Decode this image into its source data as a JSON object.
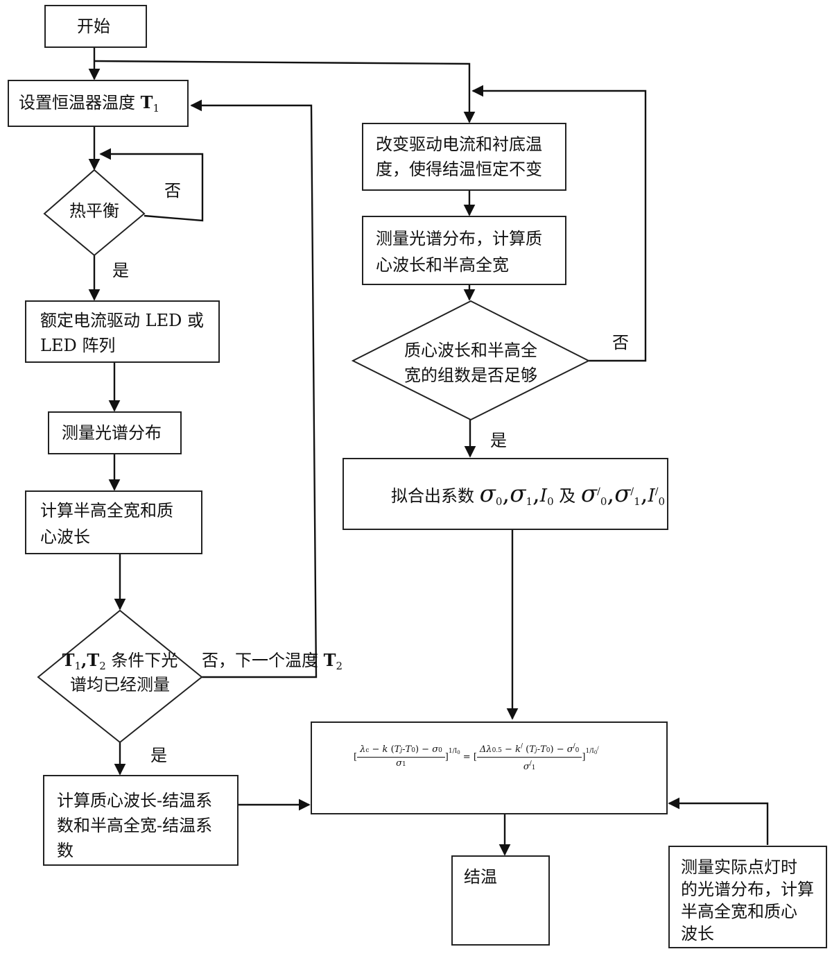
{
  "nodes": {
    "start": "开始",
    "set_temp": "设置恒温器温度 ",
    "set_temp_var": "T",
    "set_temp_sub": "1",
    "thermal_balance": "热平衡",
    "drive_led_line1": "额定电流驱动 LED 或",
    "drive_led_line2": "LED 阵列",
    "measure_spectrum": "测量光谱分布",
    "calc_fwhm_line1": "计算半高全宽和质",
    "calc_fwhm_line2": "心波长",
    "spectra_measured_var1": "T",
    "spectra_measured_sub1": "1",
    "spectra_measured_sep": ",",
    "spectra_measured_var2": "T",
    "spectra_measured_sub2": "2",
    "spectra_measured_line1_rest": "条件下光",
    "spectra_measured_line2": "谱均已经测量",
    "calc_coeff_line1": "计算质心波长-结温系",
    "calc_coeff_line2": "数和半高全宽-结温系",
    "calc_coeff_line3": "数",
    "change_current_line1": "改变驱动电流和衬底温",
    "change_current_line2": "度，使得结温恒定不变",
    "measure_calc_line1": "测量光谱分布，计算质",
    "measure_calc_line2": "心波长和半高全宽",
    "enough_groups_line1": "质心波长和半高全",
    "enough_groups_line2": "宽的组数是否足够",
    "fit_label": "拟合出系数",
    "fit_and": "及",
    "junction_temp": "结温",
    "measure_actual_line1": "测量实际点灯时",
    "measure_actual_line2": "的光谱分布，计算",
    "measure_actual_line3": "半高全宽和质心",
    "measure_actual_line4": "波长"
  },
  "labels": {
    "no_balance": "否",
    "yes_balance": "是",
    "no_next_temp": "否，下一个温度 ",
    "no_next_temp_var": "T",
    "no_next_temp_sub": "2",
    "yes_measured": "是",
    "no_enough": "否",
    "yes_enough": "是"
  },
  "symbols": {
    "sigma": "σ",
    "s0": "0",
    "s1": "1",
    "I": "I",
    "prime": "/",
    "comma": ",",
    "lambda": "λ",
    "lambda_sub": "c",
    "k": "k",
    "Tj": "T",
    "j": "j",
    "T0": "T",
    "zero": "0",
    "delta_lambda": "Δλ",
    "delta_sub": "0.5",
    "minus": " − ",
    "dash": "-",
    "lp": " (",
    "rp": ")",
    "lb": "[",
    "rb": "]",
    "eq": " = ",
    "exp1": "1/I",
    "exp1_sub": "0",
    "exp2": "1/I",
    "exp2_sub": "0",
    "exp2_prime": "/"
  }
}
